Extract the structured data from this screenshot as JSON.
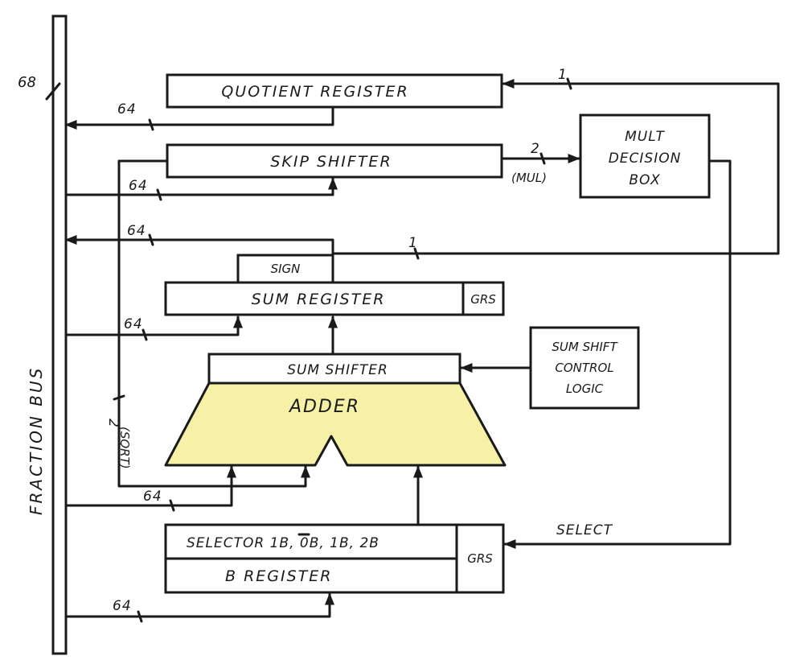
{
  "diagram": {
    "bus": {
      "label": "FRACTION BUS",
      "ref": "68"
    },
    "blocks": {
      "quotient_register": "QUOTIENT  REGISTER",
      "skip_shifter": "SKIP  SHIFTER",
      "mult_decision_box": [
        "MULT",
        "DECISION",
        "BOX"
      ],
      "sign": "SIGN",
      "sum_register": "SUM  REGISTER",
      "grs_top": "GRS",
      "sum_shifter": "SUM SHIFTER",
      "adder": "ADDER",
      "sum_shift_control": [
        "SUM SHIFT",
        "CONTROL",
        "LOGIC"
      ],
      "selector": "SELECTOR  1B, 0B, 1B, 2B",
      "b_register": "B  REGISTER",
      "grs_bottom": "GRS"
    },
    "signals": {
      "w64_quotient": "64",
      "w64_skip": "64",
      "w64_bus_return": "64",
      "w64_sum_reg": "64",
      "w64_adder": "64",
      "w64_b_reg": "64",
      "mult_width": "2",
      "mult_tag": "(MUL)",
      "one_top": "1",
      "one_mid": "1",
      "sqrt_width": "2",
      "sqrt_tag": "(SQRT)",
      "select": "SELECT"
    },
    "colors": {
      "adder_fill": "#f6f1a6",
      "ink": "#1a1a1a"
    }
  }
}
